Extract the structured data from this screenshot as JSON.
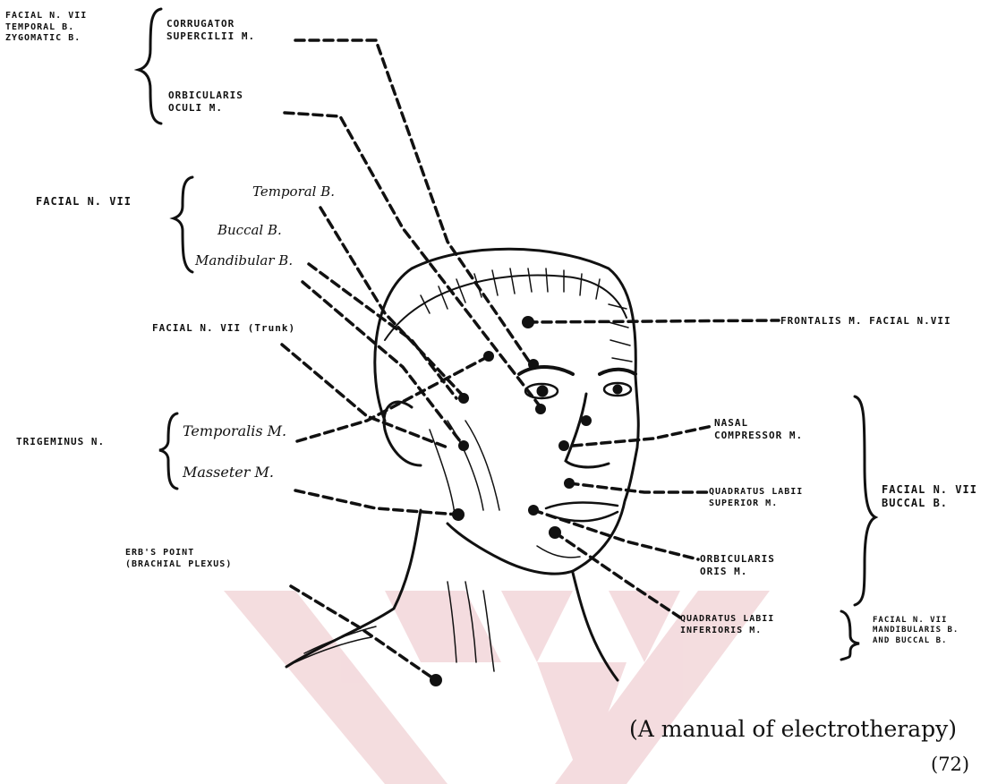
{
  "labels": {
    "facial_n_temporal_zygomatic": "FACIAL N. VII\nTEMPORAL B.\nZYGOMATIC B.",
    "corrugator": "CORRUGATOR\nSUPERCILII M.",
    "orbicularis_oculi": "ORBICULARIS\nOCULI M.",
    "facial_n_vii_group": "FACIAL N. VII",
    "temporal_b": "Temporal B.",
    "buccal_b": "Buccal B.",
    "mandibular_b": "Mandibular B.",
    "facial_n_trunk": "FACIAL N. VII (Trunk)",
    "trigeminus_n": "TRIGEMINUS N.",
    "temporalis_m": "Temporalis M.",
    "masseter_m": "Masseter M.",
    "erbs_point": "ERB'S POINT\n(BRACHIAL PLEXUS)",
    "frontalis": "FRONTALIS M. FACIAL N.VII",
    "nasal_compressor": "NASAL\nCOMPRESSOR M.",
    "quadratus_labii_superior": "QUADRATUS LABII\nSUPERIOR M.",
    "facial_n_buccal": "FACIAL N. VII\nBUCCAL B.",
    "orbicularis_oris": "ORBICULARIS\nORIS M.",
    "quadratus_labii_inferior": "QUADRATUS LABII\nINFERIORIS M.",
    "facial_n_mandibularis": "FACIAL N. VII\nMANDIBULARIS B.\nAND BUCCAL B."
  },
  "caption": {
    "source": "(A manual of electrotherapy)",
    "page": "(72)"
  },
  "colors": {
    "ink": "#111111",
    "watermark": "#f3d9dc"
  }
}
